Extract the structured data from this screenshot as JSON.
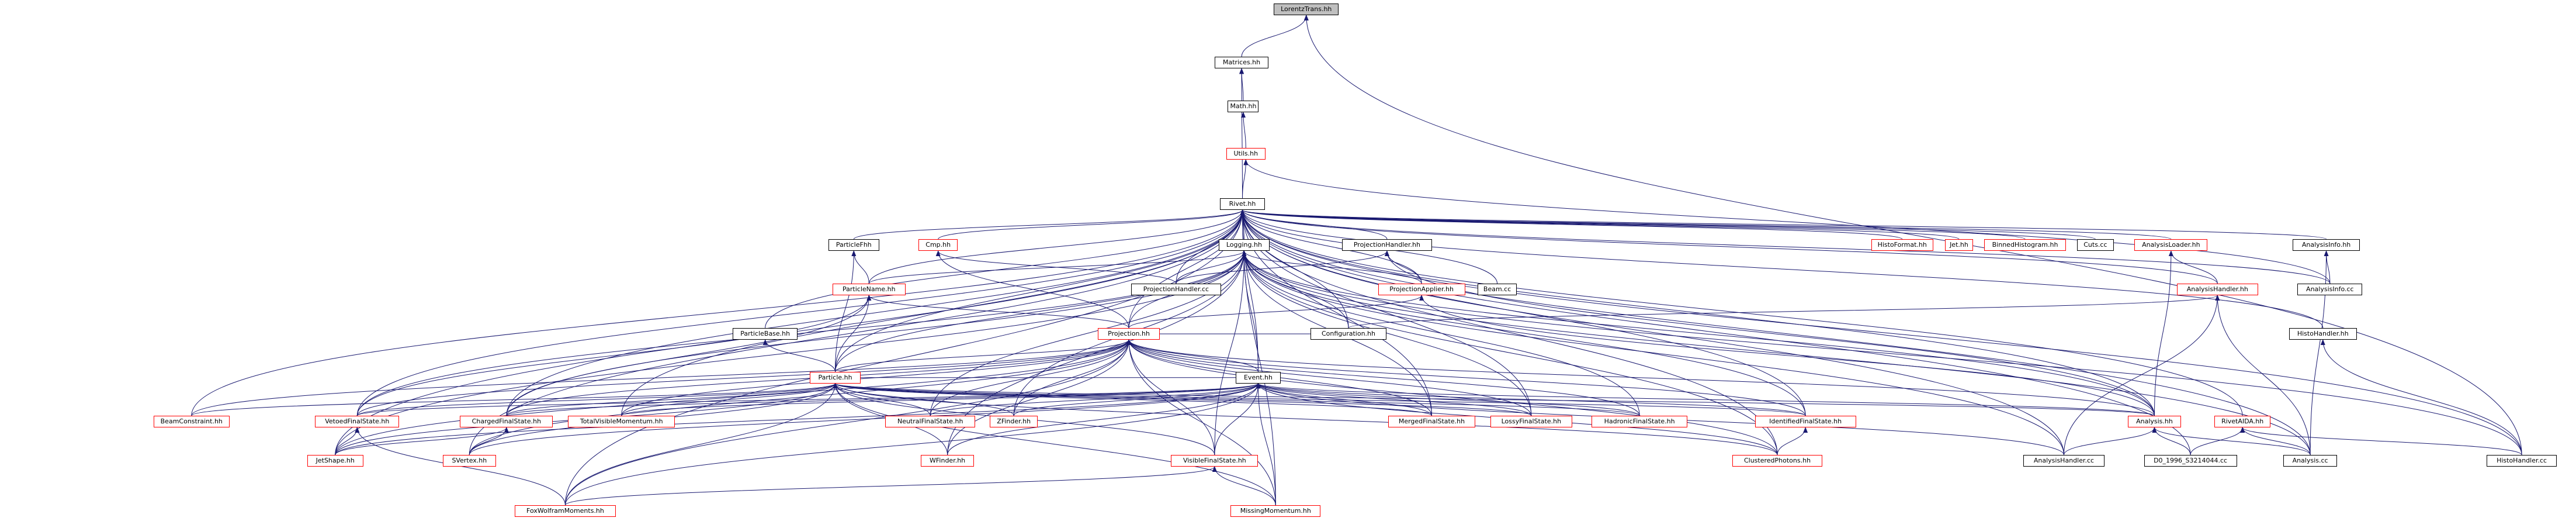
{
  "colors": {
    "edge": "#191970",
    "node_border": "#000000",
    "node_border_undocumented": "#ff0000",
    "root_fill": "#bfbfbf",
    "background": "#ffffff"
  },
  "nodes": [
    {
      "id": "lorentz",
      "label": "LorentzTrans.hh",
      "style": "gray"
    },
    {
      "id": "matrices",
      "label": "Matrices.hh",
      "style": "black"
    },
    {
      "id": "math",
      "label": "Math.hh",
      "style": "black"
    },
    {
      "id": "utils",
      "label": "Utils.hh",
      "style": "red"
    },
    {
      "id": "rivet",
      "label": "Rivet.hh",
      "style": "black"
    },
    {
      "id": "particlefhh",
      "label": "ParticleFhh",
      "style": "black"
    },
    {
      "id": "cmp",
      "label": "Cmp.hh",
      "style": "red"
    },
    {
      "id": "logging",
      "label": "Logging.hh",
      "style": "black"
    },
    {
      "id": "projhandler",
      "label": "ProjectionHandler.hh",
      "style": "black"
    },
    {
      "id": "histoformat",
      "label": "HistoFormat.hh",
      "style": "red"
    },
    {
      "id": "jet",
      "label": "Jet.hh",
      "style": "red"
    },
    {
      "id": "binnedhisto",
      "label": "BinnedHistogram.hh",
      "style": "red"
    },
    {
      "id": "cuts",
      "label": "Cuts.cc",
      "style": "black"
    },
    {
      "id": "analysisloader",
      "label": "AnalysisLoader.hh",
      "style": "red"
    },
    {
      "id": "analysisinfohh",
      "label": "AnalysisInfo.hh",
      "style": "black"
    },
    {
      "id": "particlename",
      "label": "ParticleName.hh",
      "style": "red"
    },
    {
      "id": "projhandlercc",
      "label": "ProjectionHandler.cc",
      "style": "black"
    },
    {
      "id": "projapplier",
      "label": "ProjectionApplier.hh",
      "style": "red"
    },
    {
      "id": "beamcc",
      "label": "Beam.cc",
      "style": "black"
    },
    {
      "id": "analysishandlerhh",
      "label": "AnalysisHandler.hh",
      "style": "red"
    },
    {
      "id": "analysisinfocc",
      "label": "AnalysisInfo.cc",
      "style": "black"
    },
    {
      "id": "particlebase",
      "label": "ParticleBase.hh",
      "style": "black"
    },
    {
      "id": "projection",
      "label": "Projection.hh",
      "style": "red"
    },
    {
      "id": "configuration",
      "label": "Configuration.hh",
      "style": "black"
    },
    {
      "id": "histohandlerhh",
      "label": "HistoHandler.hh",
      "style": "black"
    },
    {
      "id": "particle",
      "label": "Particle.hh",
      "style": "red"
    },
    {
      "id": "event",
      "label": "Event.hh",
      "style": "black"
    },
    {
      "id": "beamconstraint",
      "label": "BeamConstraint.hh",
      "style": "red"
    },
    {
      "id": "vetoedfs",
      "label": "VetoedFinalState.hh",
      "style": "red"
    },
    {
      "id": "chargedfs",
      "label": "ChargedFinalState.hh",
      "style": "red"
    },
    {
      "id": "totalvisible",
      "label": "TotalVisibleMomentum.hh",
      "style": "red"
    },
    {
      "id": "neutralfs",
      "label": "NeutralFinalState.hh",
      "style": "red"
    },
    {
      "id": "zfinder",
      "label": "ZFinder.hh",
      "style": "red"
    },
    {
      "id": "mergedfs",
      "label": "MergedFinalState.hh",
      "style": "red"
    },
    {
      "id": "lossyfs",
      "label": "LossyFinalState.hh",
      "style": "red"
    },
    {
      "id": "hadronicfs",
      "label": "HadronicFinalState.hh",
      "style": "red"
    },
    {
      "id": "identifiedfs",
      "label": "IdentifiedFinalState.hh",
      "style": "red"
    },
    {
      "id": "analysishh",
      "label": "Analysis.hh",
      "style": "red"
    },
    {
      "id": "rivetaida",
      "label": "RivetAIDA.hh",
      "style": "red"
    },
    {
      "id": "jetshape",
      "label": "JetShape.hh",
      "style": "red"
    },
    {
      "id": "svertex",
      "label": "SVertex.hh",
      "style": "red"
    },
    {
      "id": "wfinder",
      "label": "WFinder.hh",
      "style": "red"
    },
    {
      "id": "visiblefs",
      "label": "VisibleFinalState.hh",
      "style": "red"
    },
    {
      "id": "clusteredphotons",
      "label": "ClusteredPhotons.hh",
      "style": "red"
    },
    {
      "id": "analysishandlercc",
      "label": "AnalysisHandler.cc",
      "style": "black"
    },
    {
      "id": "d0",
      "label": "D0_1996_S3214044.cc",
      "style": "black"
    },
    {
      "id": "analysiscc",
      "label": "Analysis.cc",
      "style": "black"
    },
    {
      "id": "histohandlercc",
      "label": "HistoHandler.cc",
      "style": "black"
    },
    {
      "id": "foxwolfram",
      "label": "FoxWolframMoments.hh",
      "style": "red"
    },
    {
      "id": "missingmomentum",
      "label": "MissingMomentum.hh",
      "style": "red"
    }
  ],
  "edges": [
    [
      "matrices",
      "lorentz"
    ],
    [
      "histohandlercc",
      "lorentz"
    ],
    [
      "math",
      "matrices"
    ],
    [
      "rivet",
      "matrices"
    ],
    [
      "utils",
      "math"
    ],
    [
      "rivet",
      "utils"
    ],
    [
      "analysisinfocc",
      "utils"
    ],
    [
      "particlefhh",
      "rivet"
    ],
    [
      "cmp",
      "rivet"
    ],
    [
      "logging",
      "rivet"
    ],
    [
      "projhandler",
      "rivet"
    ],
    [
      "histoformat",
      "rivet"
    ],
    [
      "jet",
      "rivet"
    ],
    [
      "binnedhisto",
      "rivet"
    ],
    [
      "cuts",
      "rivet"
    ],
    [
      "analysisloader",
      "rivet"
    ],
    [
      "analysisinfohh",
      "rivet"
    ],
    [
      "particlename",
      "rivet"
    ],
    [
      "projhandlercc",
      "rivet"
    ],
    [
      "projapplier",
      "rivet"
    ],
    [
      "beamcc",
      "rivet"
    ],
    [
      "analysishandlerhh",
      "rivet"
    ],
    [
      "analysisinfocc",
      "rivet"
    ],
    [
      "particlebase",
      "rivet"
    ],
    [
      "projection",
      "rivet"
    ],
    [
      "configuration",
      "rivet"
    ],
    [
      "histohandlerhh",
      "rivet"
    ],
    [
      "particle",
      "rivet"
    ],
    [
      "event",
      "rivet"
    ],
    [
      "beamconstraint",
      "rivet"
    ],
    [
      "vetoedfs",
      "rivet"
    ],
    [
      "chargedfs",
      "rivet"
    ],
    [
      "totalvisible",
      "rivet"
    ],
    [
      "mergedfs",
      "rivet"
    ],
    [
      "lossyfs",
      "rivet"
    ],
    [
      "identifiedfs",
      "rivet"
    ],
    [
      "analysishh",
      "rivet"
    ],
    [
      "rivetaida",
      "rivet"
    ],
    [
      "jetshape",
      "rivet"
    ],
    [
      "svertex",
      "rivet"
    ],
    [
      "clusteredphotons",
      "rivet"
    ],
    [
      "analysishandlercc",
      "rivet"
    ],
    [
      "d0",
      "rivet"
    ],
    [
      "analysiscc",
      "rivet"
    ],
    [
      "histohandlercc",
      "rivet"
    ],
    [
      "foxwolfram",
      "rivet"
    ],
    [
      "missingmomentum",
      "rivet"
    ],
    [
      "particlename",
      "particlefhh"
    ],
    [
      "particle",
      "particlefhh"
    ],
    [
      "projection",
      "cmp"
    ],
    [
      "projhandlercc",
      "cmp"
    ],
    [
      "projhandlercc",
      "logging"
    ],
    [
      "projapplier",
      "logging"
    ],
    [
      "configuration",
      "logging"
    ],
    [
      "particlename",
      "logging"
    ],
    [
      "projection",
      "logging"
    ],
    [
      "particle",
      "logging"
    ],
    [
      "event",
      "logging"
    ],
    [
      "analysishh",
      "logging"
    ],
    [
      "vetoedfs",
      "logging"
    ],
    [
      "chargedfs",
      "logging"
    ],
    [
      "mergedfs",
      "logging"
    ],
    [
      "lossyfs",
      "logging"
    ],
    [
      "hadronicfs",
      "logging"
    ],
    [
      "identifiedfs",
      "logging"
    ],
    [
      "visiblefs",
      "logging"
    ],
    [
      "clusteredphotons",
      "logging"
    ],
    [
      "analysishandlercc",
      "logging"
    ],
    [
      "analysiscc",
      "logging"
    ],
    [
      "histohandlercc",
      "logging"
    ],
    [
      "neutralfs",
      "logging"
    ],
    [
      "zfinder",
      "logging"
    ],
    [
      "wfinder",
      "logging"
    ],
    [
      "jetshape",
      "logging"
    ],
    [
      "projhandlercc",
      "projhandler"
    ],
    [
      "projapplier",
      "projhandler"
    ],
    [
      "analysishh",
      "projhandler"
    ],
    [
      "analysishandlerhh",
      "analysisloader"
    ],
    [
      "analysishh",
      "analysisloader"
    ],
    [
      "analysisinfocc",
      "analysisinfohh"
    ],
    [
      "analysiscc",
      "analysisinfohh"
    ],
    [
      "projection",
      "particlename"
    ],
    [
      "particle",
      "particlename"
    ],
    [
      "chargedfs",
      "particlename"
    ],
    [
      "vetoedfs",
      "particlename"
    ],
    [
      "projection",
      "projapplier"
    ],
    [
      "analysishh",
      "projapplier"
    ],
    [
      "configuration",
      "analysishandlerhh"
    ],
    [
      "analysishandlercc",
      "analysishandlerhh"
    ],
    [
      "analysiscc",
      "analysishandlerhh"
    ],
    [
      "histohandlercc",
      "histohandlerhh"
    ],
    [
      "particle",
      "particlebase"
    ],
    [
      "particle",
      "projection"
    ],
    [
      "event",
      "projection"
    ],
    [
      "beamconstraint",
      "projection"
    ],
    [
      "vetoedfs",
      "projection"
    ],
    [
      "chargedfs",
      "projection"
    ],
    [
      "totalvisible",
      "projection"
    ],
    [
      "neutralfs",
      "projection"
    ],
    [
      "zfinder",
      "projection"
    ],
    [
      "mergedfs",
      "projection"
    ],
    [
      "lossyfs",
      "projection"
    ],
    [
      "hadronicfs",
      "projection"
    ],
    [
      "identifiedfs",
      "projection"
    ],
    [
      "analysishh",
      "projection"
    ],
    [
      "jetshape",
      "projection"
    ],
    [
      "svertex",
      "projection"
    ],
    [
      "wfinder",
      "projection"
    ],
    [
      "visiblefs",
      "projection"
    ],
    [
      "clusteredphotons",
      "projection"
    ],
    [
      "foxwolfram",
      "projection"
    ],
    [
      "missingmomentum",
      "projection"
    ],
    [
      "configuration",
      "projection"
    ],
    [
      "event",
      "particle"
    ],
    [
      "vetoedfs",
      "particle"
    ],
    [
      "chargedfs",
      "particle"
    ],
    [
      "totalvisible",
      "particle"
    ],
    [
      "neutralfs",
      "particle"
    ],
    [
      "zfinder",
      "particle"
    ],
    [
      "mergedfs",
      "particle"
    ],
    [
      "lossyfs",
      "particle"
    ],
    [
      "hadronicfs",
      "particle"
    ],
    [
      "identifiedfs",
      "particle"
    ],
    [
      "analysishh",
      "particle"
    ],
    [
      "beamconstraint",
      "particle"
    ],
    [
      "jetshape",
      "particle"
    ],
    [
      "svertex",
      "particle"
    ],
    [
      "wfinder",
      "particle"
    ],
    [
      "visiblefs",
      "particle"
    ],
    [
      "clusteredphotons",
      "particle"
    ],
    [
      "foxwolfram",
      "particle"
    ],
    [
      "missingmomentum",
      "particle"
    ],
    [
      "vetoedfs",
      "event"
    ],
    [
      "chargedfs",
      "event"
    ],
    [
      "totalvisible",
      "event"
    ],
    [
      "neutralfs",
      "event"
    ],
    [
      "zfinder",
      "event"
    ],
    [
      "mergedfs",
      "event"
    ],
    [
      "lossyfs",
      "event"
    ],
    [
      "hadronicfs",
      "event"
    ],
    [
      "identifiedfs",
      "event"
    ],
    [
      "analysishh",
      "event"
    ],
    [
      "jetshape",
      "event"
    ],
    [
      "svertex",
      "event"
    ],
    [
      "wfinder",
      "event"
    ],
    [
      "visiblefs",
      "event"
    ],
    [
      "clusteredphotons",
      "event"
    ],
    [
      "analysishandlercc",
      "event"
    ],
    [
      "foxwolfram",
      "event"
    ],
    [
      "missingmomentum",
      "event"
    ],
    [
      "analysishandlercc",
      "analysishh"
    ],
    [
      "d0",
      "analysishh"
    ],
    [
      "analysiscc",
      "analysishh"
    ],
    [
      "d0",
      "rivetaida"
    ],
    [
      "analysiscc",
      "rivetaida"
    ],
    [
      "histohandlercc",
      "rivetaida"
    ],
    [
      "jetshape",
      "vetoedfs"
    ],
    [
      "foxwolfram",
      "vetoedfs"
    ],
    [
      "svertex",
      "chargedfs"
    ],
    [
      "jetshape",
      "chargedfs"
    ],
    [
      "clusteredphotons",
      "identifiedfs"
    ],
    [
      "foxwolfram",
      "visiblefs"
    ],
    [
      "missingmomentum",
      "visiblefs"
    ]
  ]
}
